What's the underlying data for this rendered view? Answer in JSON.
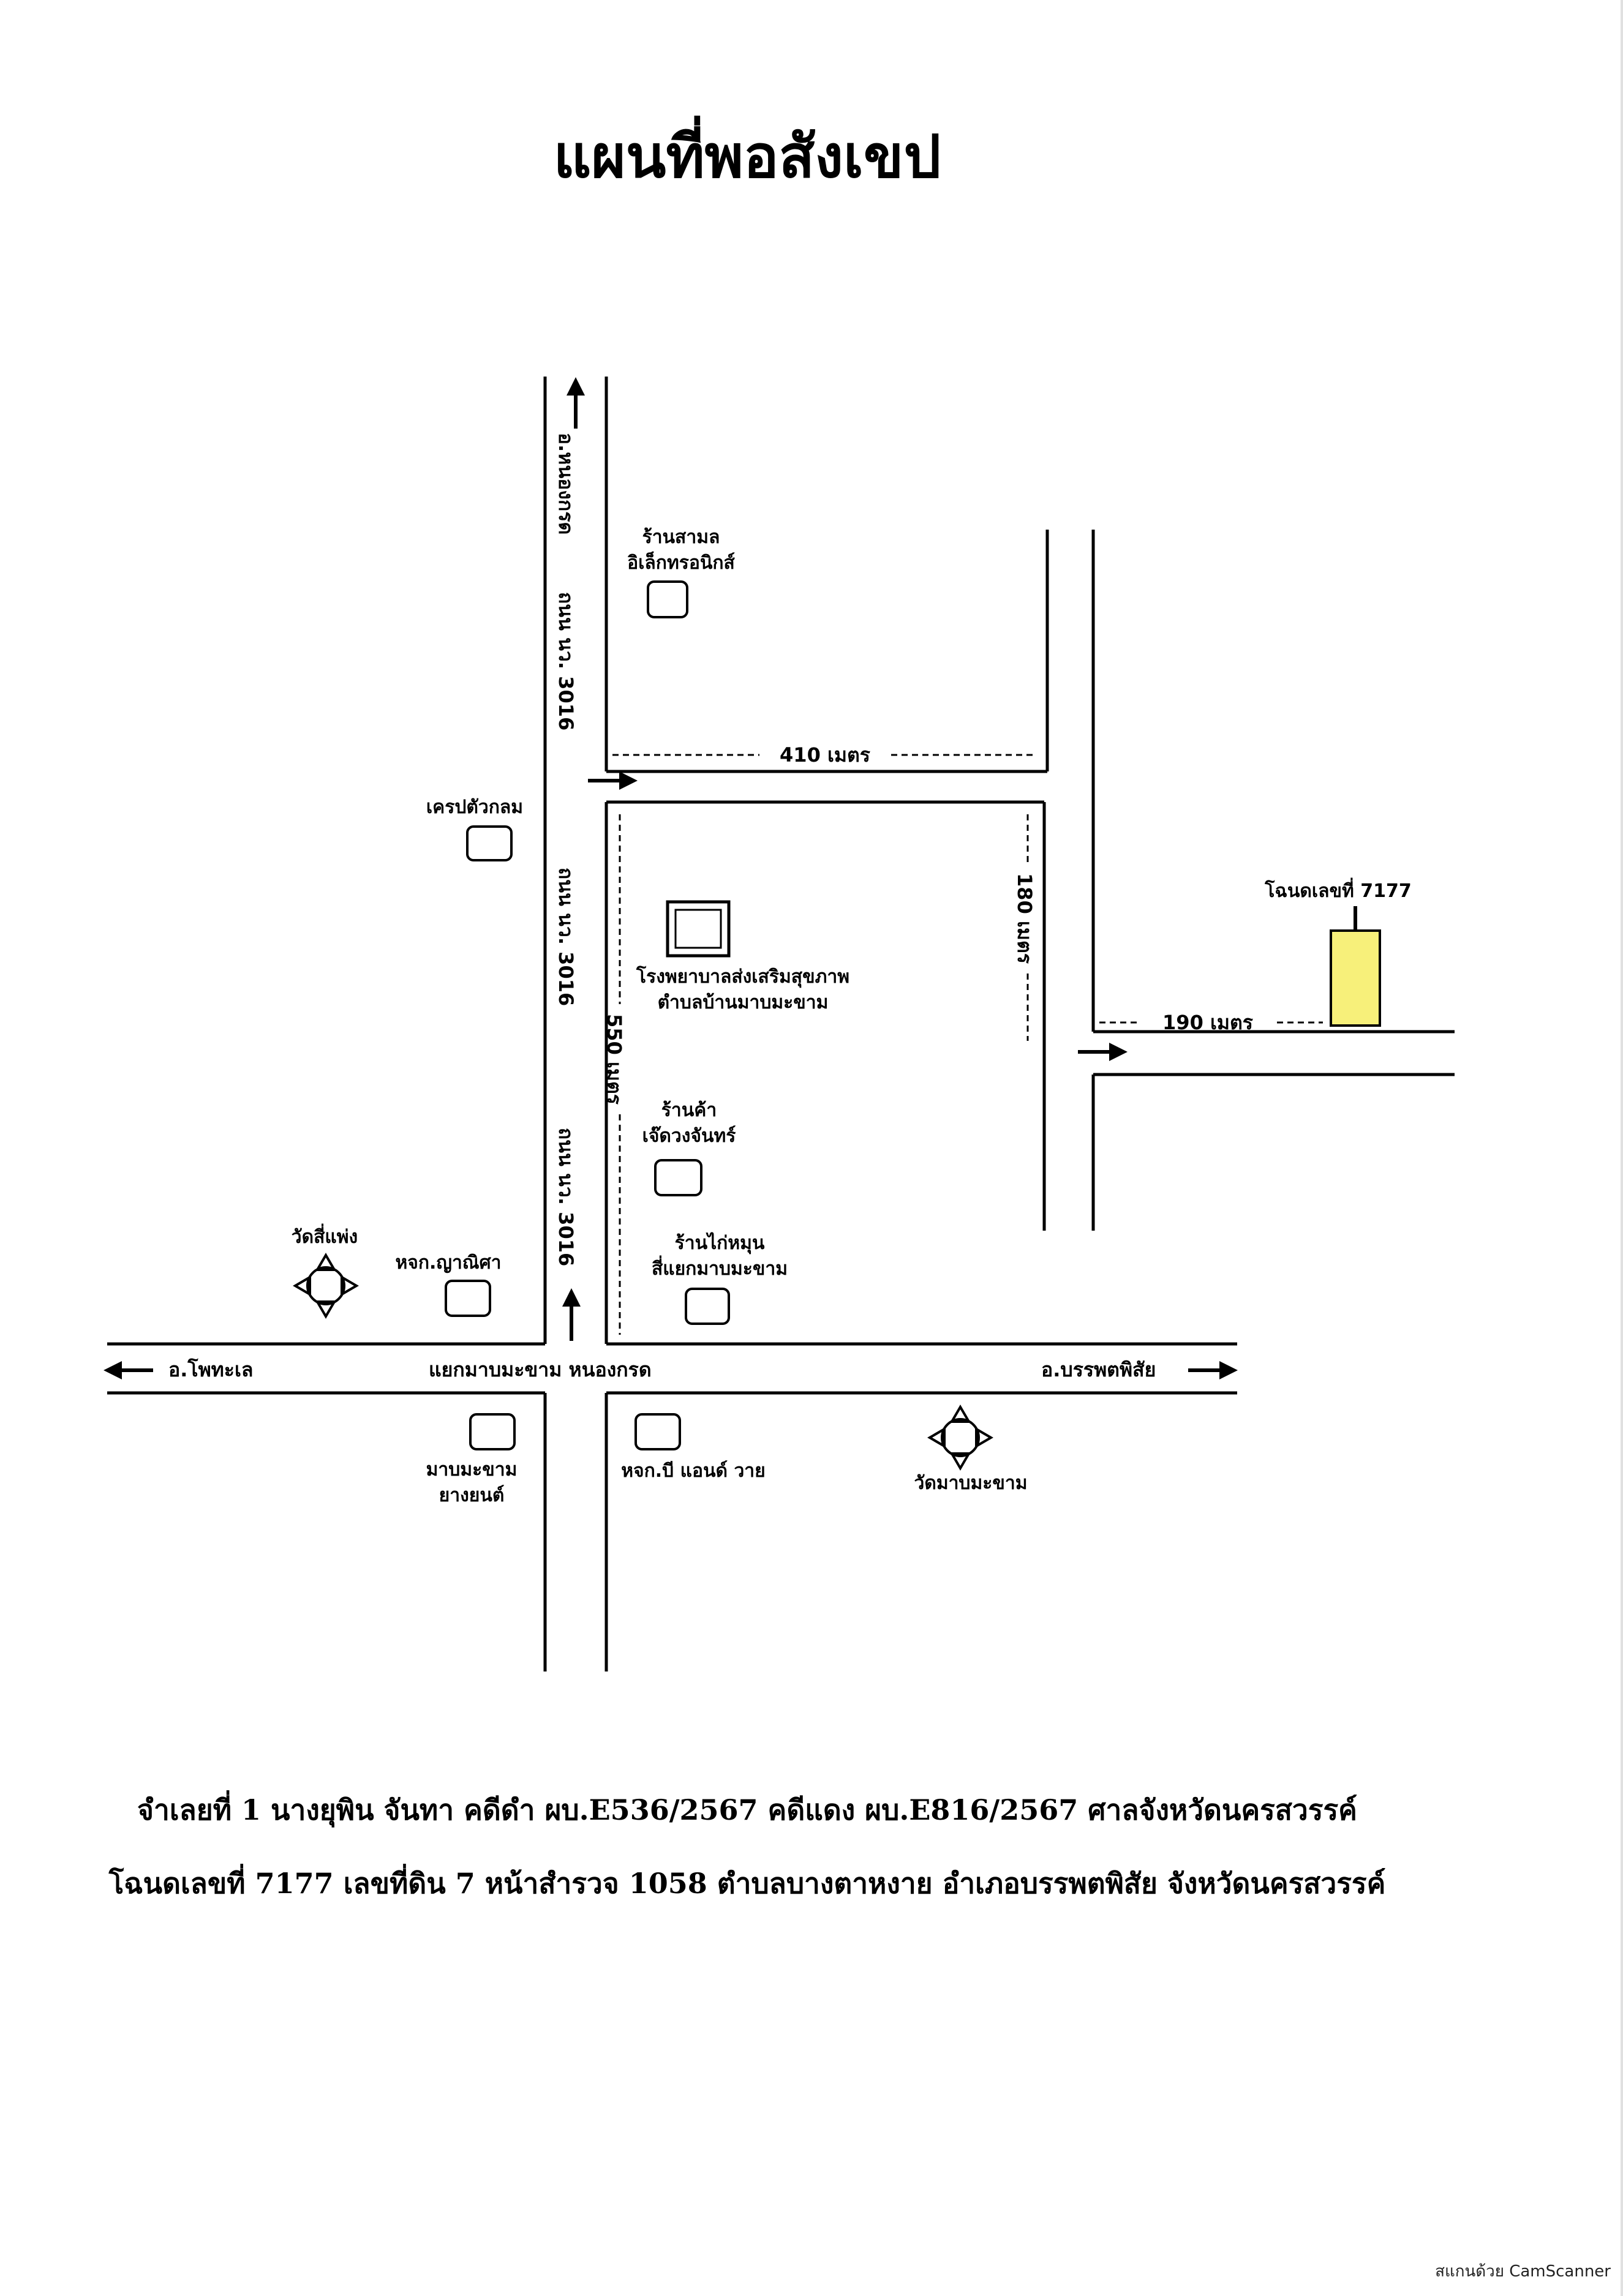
{
  "title": "แผนที่พอสังเขป",
  "roads": {
    "north_dest": "อ.หนองกรด",
    "route_label": "ถนน นว. 3016",
    "west_dest": "อ.โพทะเล",
    "east_dest": "อ.บรรพตพิสัย",
    "intersection": "แยกมาบมะขาม หนองกรด"
  },
  "distances": {
    "d410": "410 เมตร",
    "d550": "550 เมตร",
    "d180": "180 เมตร",
    "d190": "190 เมตร"
  },
  "landmarks": {
    "samal": [
      "ร้านสามล",
      "อิเล็กทรอนิกส์"
    ],
    "crepe": "เครปตัวกลม",
    "hospital": [
      "โรงพยาบาลส่งเสริมสุขภาพ",
      "ตำบลบ้านมาบมะขาม"
    ],
    "shop_jeduang": [
      "ร้านค้า",
      "เจ๊ดวงจันทร์"
    ],
    "chicken": [
      "ร้านไก่หมุน",
      "สี่แยกมาบมะขาม"
    ],
    "wat_sipaeng": "วัดสี่แพ่ง",
    "hjk_yanisa": "หจก.ญาณิศา",
    "tire_shop": [
      "มาบมะขาม",
      "ยางยนต์"
    ],
    "hjk_band": "หจก.บี แอนด์ วาย",
    "wat_mapmakham": "วัดมาบมะขาม",
    "deed": "โฉนดเลขที่ 7177"
  },
  "captions": [
    "จำเลยที่ 1 นางยุพิน จันทา คดีดำ ผบ.E536/2567 คดีแดง ผบ.E816/2567 ศาลจังหวัดนครสวรรค์",
    "โฉนดเลขที่ 7177 เลขที่ดิน 7 หน้าสำรวจ 1058 ตำบลบางตาหงาย อำเภอบรรพตพิสัย จังหวัดนครสวรรค์"
  ],
  "scanner_tag": "สแกนด้วย CamScanner",
  "colors": {
    "deed_fill": "#f7f07a",
    "ink": "#000000"
  }
}
